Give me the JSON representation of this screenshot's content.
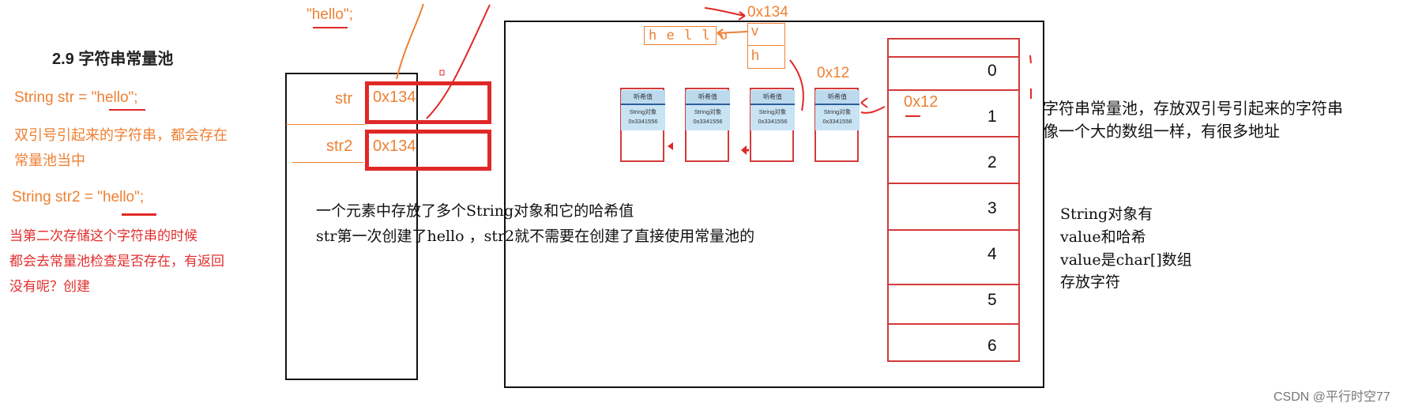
{
  "left_notes": {
    "heading": "2.9 字符串常量池",
    "code1": "String str = \"hello\";",
    "note1_line1": "双引号引起来的字符串，都会存在",
    "note1_line2": "常量池当中",
    "code2": "String str2 = \"hello\";",
    "note2_line1": "当第二次存储这个字符串的时候",
    "note2_line2": "都会去常量池检查是否存在，有返回",
    "note2_line3": "没有呢？创建"
  },
  "top_literal": "\"hello\";",
  "stack": {
    "str_label": "str",
    "str_value": "0x134",
    "str2_label": "str2",
    "str2_value": "0x134"
  },
  "heap": {
    "address_top": "0x134",
    "hello_chars": "h e l l o",
    "field_v": "v",
    "field_h": "h",
    "node_address": "0x12",
    "slot_address": "0x12",
    "node_top_label": "听希值",
    "node_mid_label": "String对象",
    "node_mid_value": "0x3341556"
  },
  "table_indices": [
    "0",
    "1",
    "2",
    "3",
    "4",
    "5",
    "6"
  ],
  "center_note_line1": "一个元素中存放了多个String对象和它的哈希值",
  "center_note_line2": "str第一次创建了hello ，str2就不需要在创建了直接使用常量池的",
  "right_note_line1": "字符串常量池，存放双引号引起来的字符串",
  "right_note_line2": "像一个大的数组一样，有很多地址",
  "string_obj_notes": [
    "String对象有",
    "value和哈希",
    "value是char[]数组",
    "存放字符"
  ],
  "watermark": "CSDN @平行时空77"
}
